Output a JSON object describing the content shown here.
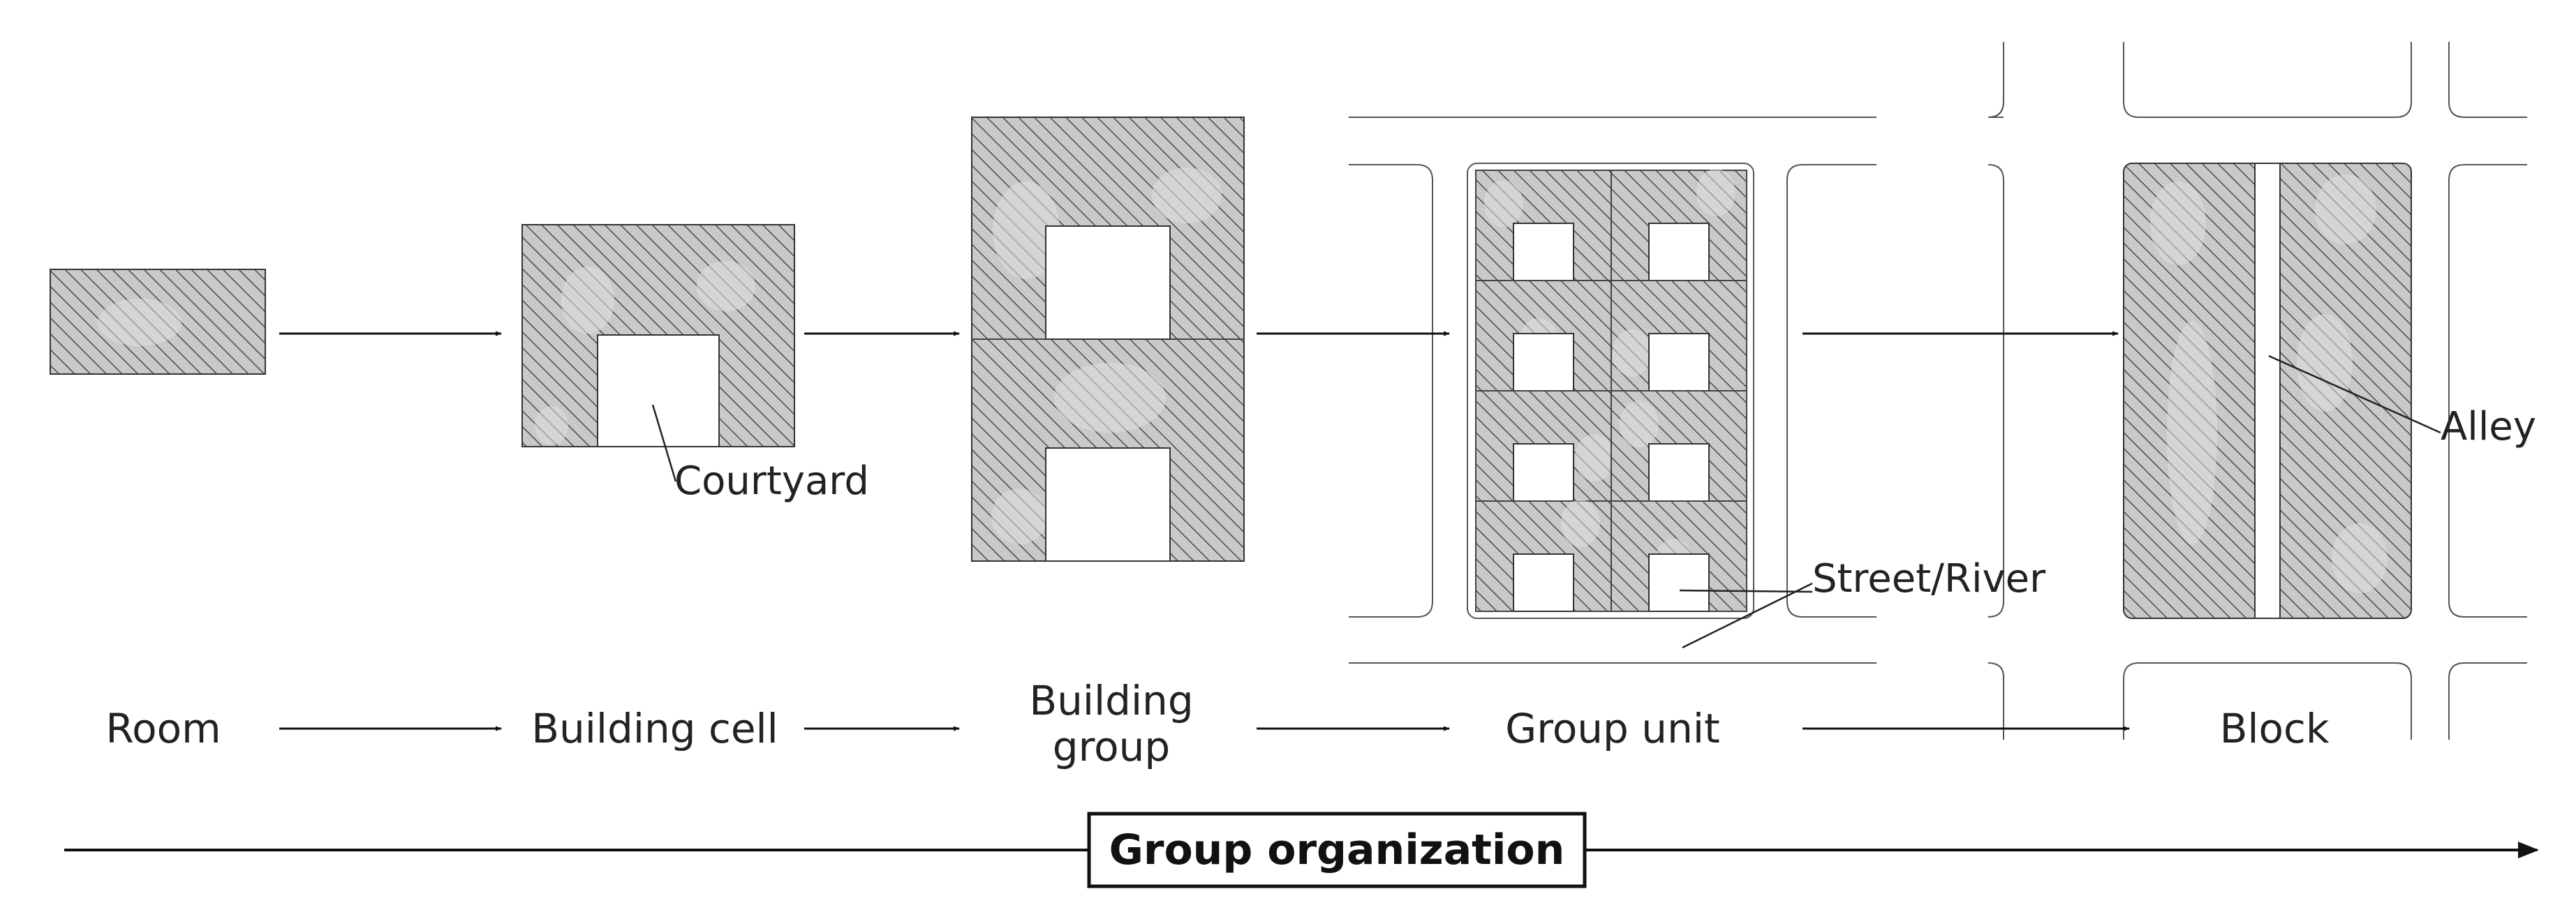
{
  "labels": {
    "courtyard": "Courtyard",
    "street_river": "Street/River",
    "alley": "Alley"
  },
  "stages": [
    {
      "line1": "Room",
      "line2": ""
    },
    {
      "line1": "Building cell",
      "line2": ""
    },
    {
      "line1": "Building",
      "line2": "group"
    },
    {
      "line1": "Group unit",
      "line2": ""
    },
    {
      "line1": "Block",
      "line2": ""
    }
  ],
  "axis_label": "Group organization",
  "colors": {
    "ink": "#222222",
    "hatch_fill": "#c9c9c9",
    "hatch_line": "#4a4a4a",
    "cloud": "#dedede",
    "street_line": "#555555"
  }
}
